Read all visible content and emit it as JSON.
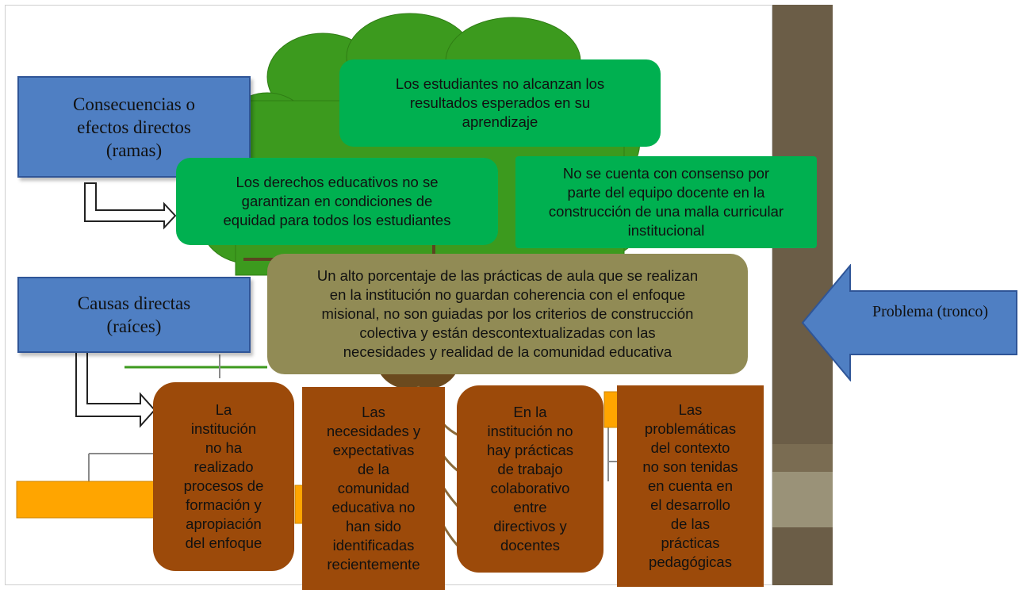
{
  "legend": {
    "consequences_label": "Consecuencias o\nefectos directos\n(ramas)",
    "causes_label": "Causas directas\n(raíces)",
    "problem_label": "Problema (tronco)"
  },
  "effects": {
    "top": "Los estudiantes no alcanzan los\nresultados esperados en su\naprendizaje",
    "left": "Los derechos educativos no se\ngarantizan en condiciones de\nequidad para todos los estudiantes",
    "right": "No se cuenta con consenso por\nparte del equipo docente en la\nconstrucción de una malla curricular\ninstitucional"
  },
  "problem": {
    "text": "Un alto porcentaje de las prácticas de aula que se realizan\nen la institución no guardan coherencia con el enfoque\nmisional, no son guiadas por los criterios de construcción\ncolectiva y están descontextualizadas con las\nnecesidades y realidad de la comunidad educativa"
  },
  "causes": [
    "La\ninstitución\nno ha\nrealizado\nprocesos de\nformación y\napropiación\ndel enfoque",
    "Las\nnecesidades y\nexpectativas\nde la\ncomunidad\neducativa no\nhan sido\nidentificadas\nrecientemente",
    "En la\ninstitución no\nhay prácticas\nde trabajo\ncolaborativo\nentre\ndirectivos y\ndocentes",
    "Las\nproblemáticas\ndel contexto\nno son tenidas\nen cuenta en\nel desarrollo\nde las\nprácticas\npedagógicas"
  ],
  "colors": {
    "tree": "#3c9a1e",
    "trunk": "#6b4a1e",
    "label_blue": "#4f7fc3",
    "effect_green": "#00b050",
    "problem_olive": "#918b55",
    "cause_brown": "#9c4a0a",
    "accent_orange": "#ffa500"
  }
}
